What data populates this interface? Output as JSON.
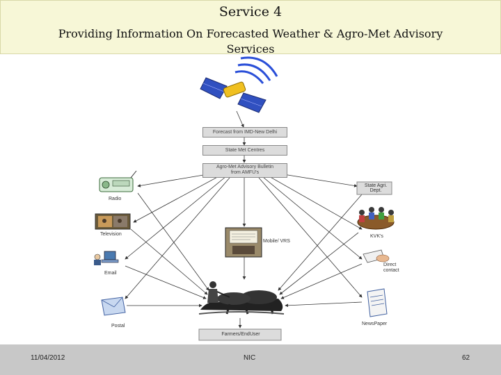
{
  "title": {
    "main": "Service 4",
    "line1": "Providing Information On Forecasted Weather & Agro-Met Advisory",
    "line2": "Services"
  },
  "flow": {
    "forecast": "Forecast from IMD-New Delhi",
    "state_met": "State Met Centres",
    "advisory_line1": "Agro-Met Advisory Bulletin",
    "advisory_line2": "from AMFU's"
  },
  "channels": {
    "radio": "Radio",
    "television": "Television",
    "email": "Email",
    "postal": "Postal",
    "state_agri_line1": "State Agri.",
    "state_agri_line2": "Dept.",
    "kvks": "KVK's",
    "direct_line1": "Direct",
    "direct_line2": "contact",
    "newspaper": "NewsPaper",
    "mobile": "Mobile/ VRS",
    "farmers": "Farmers/EndUser"
  },
  "footer": {
    "date": "11/04/2012",
    "center": "NIC",
    "page": "62"
  },
  "colors": {
    "title_bg": "#f7f7d7",
    "footer_bg": "#c8c8c8",
    "satellite_yellow": "#f0c020",
    "solar_panel_blue": "#3050c0",
    "signal_blue": "#2a4fd8"
  }
}
